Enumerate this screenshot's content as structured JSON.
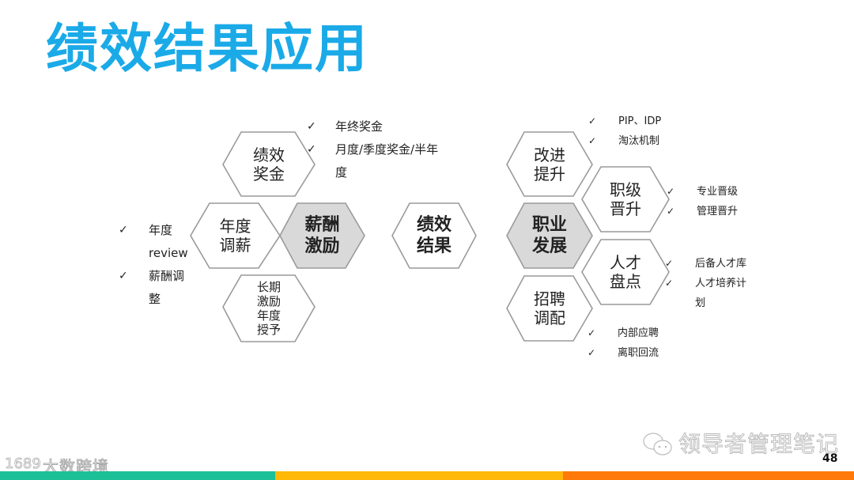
{
  "title": "绩效结果应用",
  "center": {
    "label": "绩效\n结果"
  },
  "left_group": {
    "hub": {
      "label": "薪酬\n激励",
      "fill": "#d9d9d9"
    },
    "nodes": [
      {
        "id": "performance-bonus",
        "label": "绩效\n奖金",
        "bullets": [
          "年终奖金",
          "月度/季度奖金/半年\n度"
        ]
      },
      {
        "id": "annual-salary-adjust",
        "label": "年度\n调薪",
        "bullets": [
          "年度\nreview",
          "薪酬调\n整"
        ]
      },
      {
        "id": "long-term-incentive",
        "label": "长期\n激励\n年度\n授予",
        "bullets": []
      }
    ]
  },
  "right_group": {
    "hub": {
      "label": "职业\n发展",
      "fill": "#d9d9d9"
    },
    "nodes": [
      {
        "id": "improve",
        "label": "改进\n提升",
        "bullets": [
          "PIP、IDP",
          "淘汰机制"
        ]
      },
      {
        "id": "promotion",
        "label": "职级\n晋升",
        "bullets": [
          "专业晋级",
          "管理晋升"
        ]
      },
      {
        "id": "talent-review",
        "label": "人才\n盘点",
        "bullets": [
          "后备人才库",
          "人才培养计\n划"
        ]
      },
      {
        "id": "recruit",
        "label": "招聘\n调配",
        "bullets": [
          "内部应聘",
          "离职回流"
        ]
      }
    ]
  },
  "check_glyph": "✓",
  "footer": {
    "watermark_right": "领导者管理笔记",
    "watermark_left": "大数跨境",
    "page_number": "48",
    "bar_colors": [
      "#1dbf97",
      "#ffb808",
      "#ff7a0a"
    ]
  },
  "colors": {
    "title": "#1aaae8",
    "hex_stroke": "#9a9a9a"
  }
}
